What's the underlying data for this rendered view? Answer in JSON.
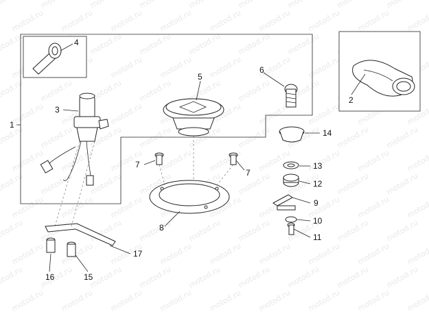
{
  "watermark": "motod.ru",
  "callouts": {
    "c1": "1",
    "c2": "2",
    "c3": "3",
    "c4": "4",
    "c5": "5",
    "c6": "6",
    "c7a": "7",
    "c7b": "7",
    "c8": "8",
    "c9": "9",
    "c10": "10",
    "c11": "11",
    "c12": "12",
    "c13": "13",
    "c14": "14",
    "c15": "15",
    "c16": "16",
    "c17": "17"
  }
}
